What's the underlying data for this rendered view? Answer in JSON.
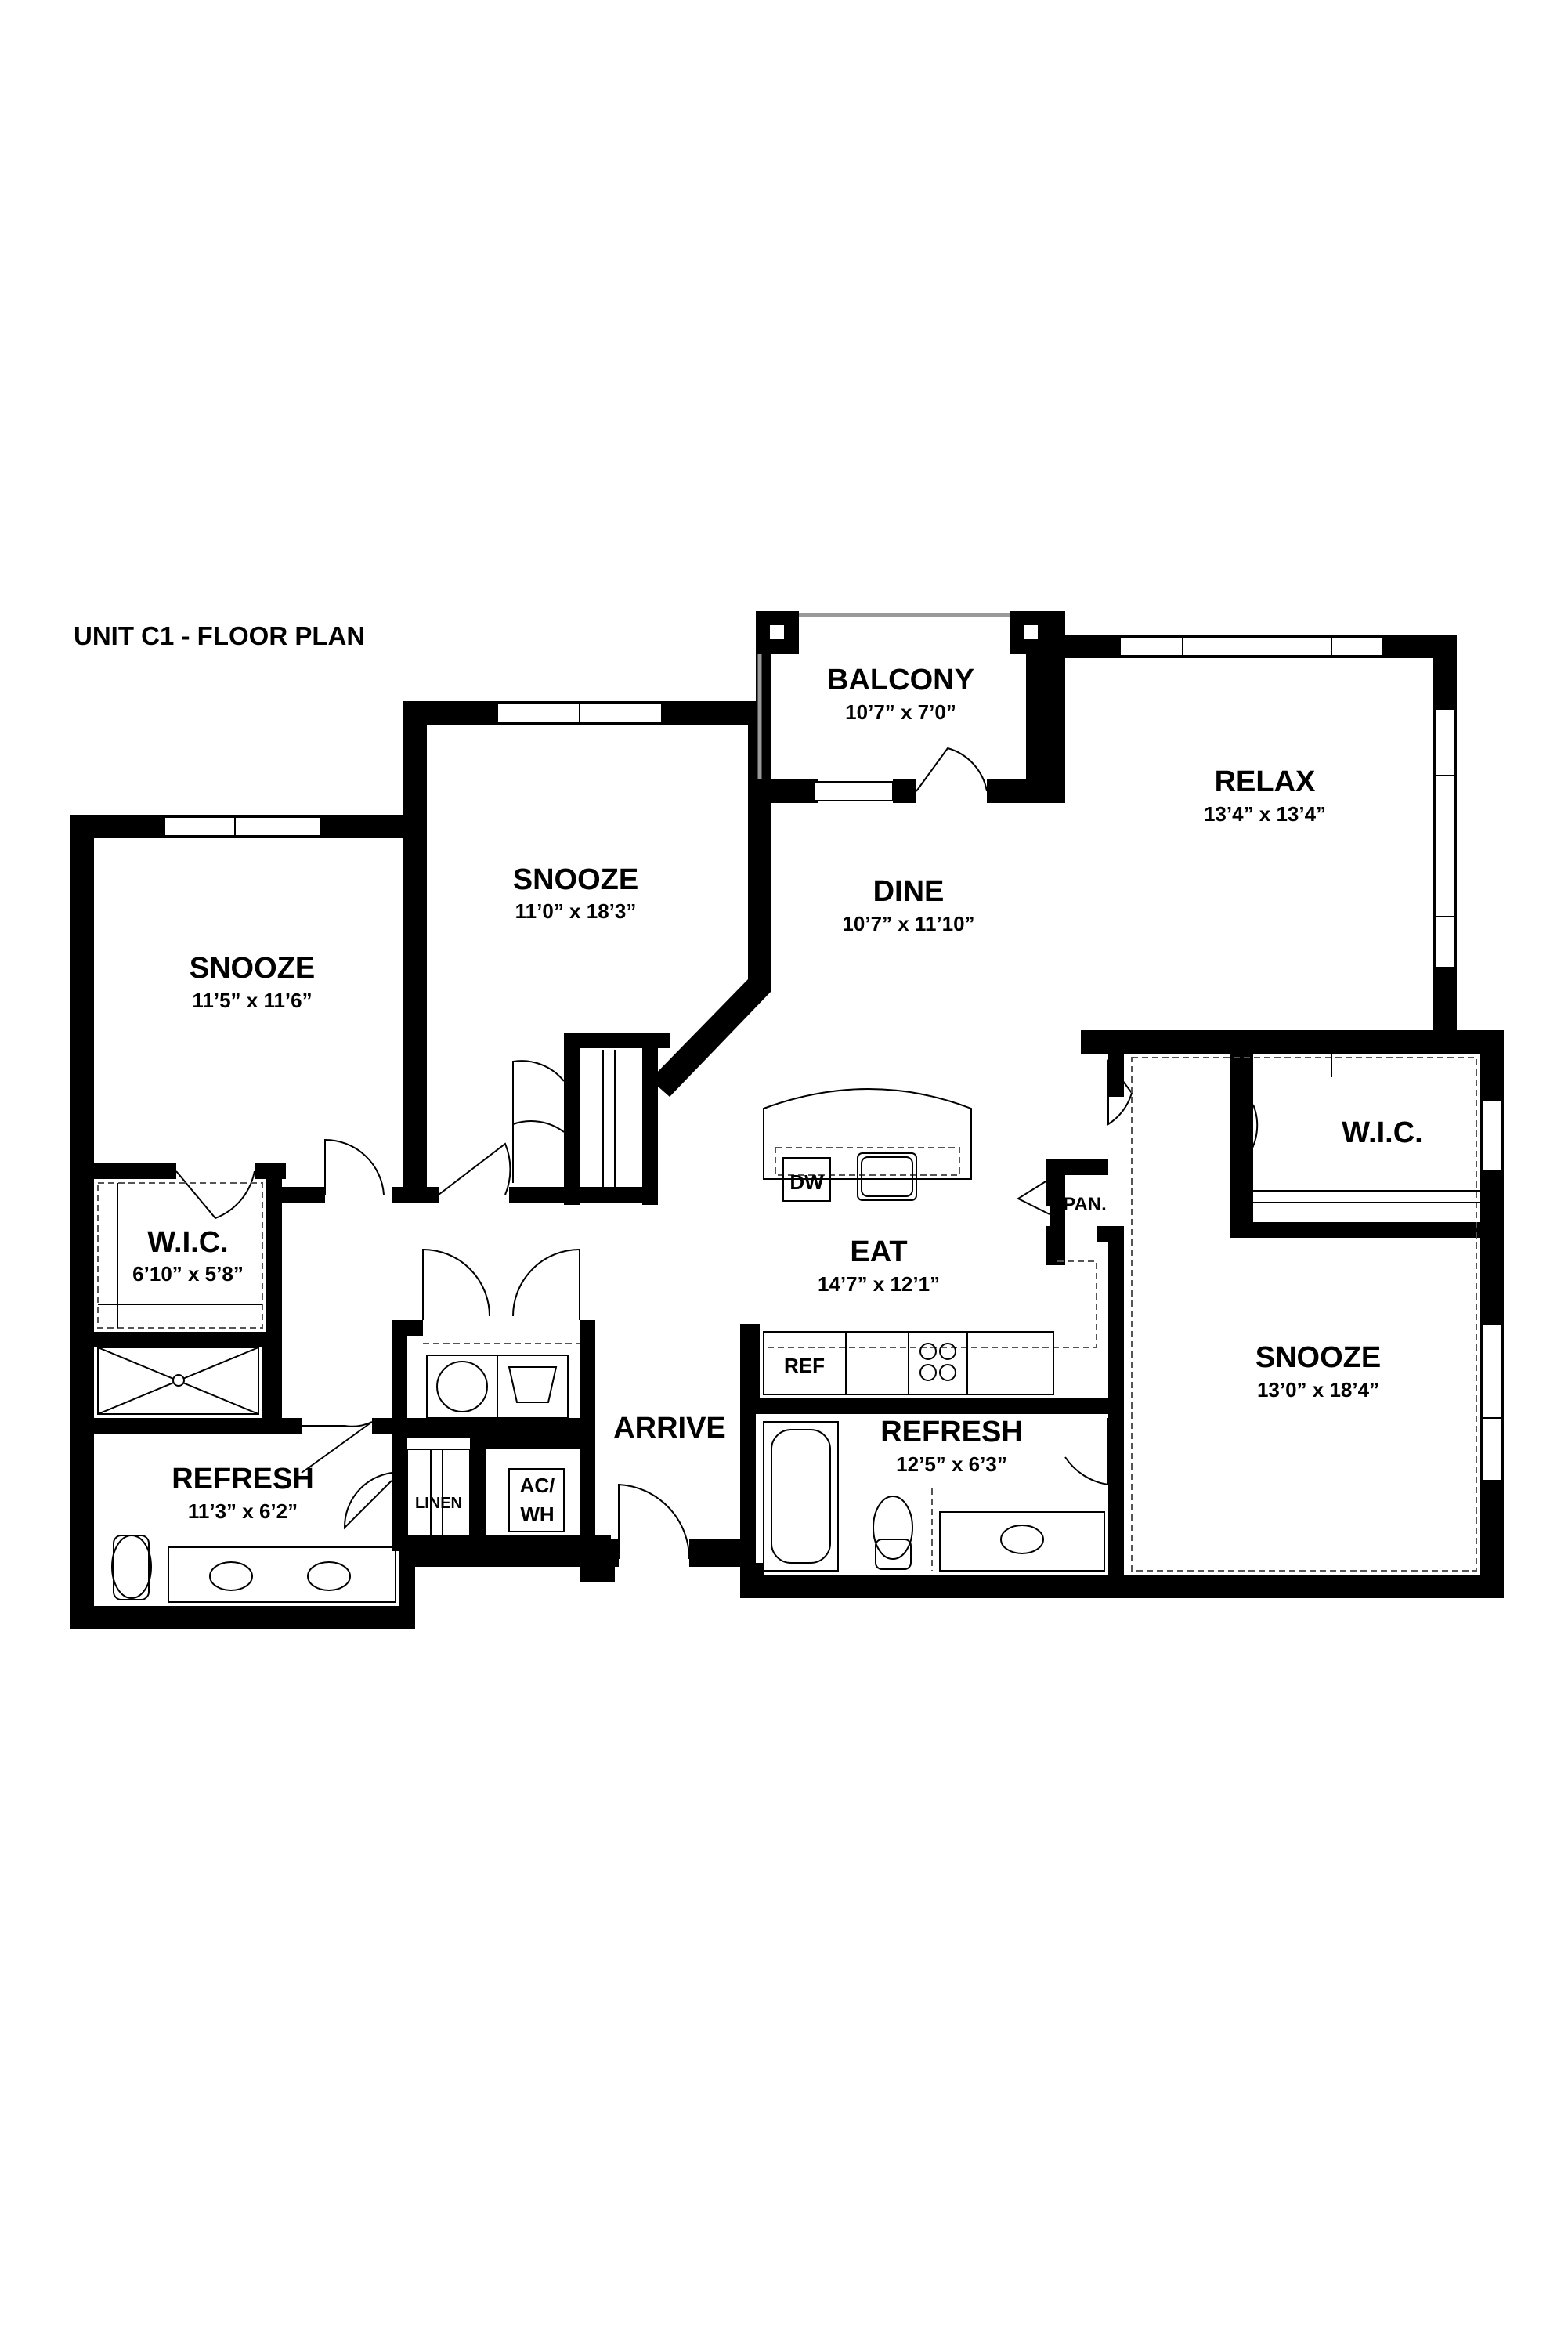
{
  "title": "UNIT C1 - FLOOR PLAN",
  "rooms": [
    {
      "id": "balcony",
      "name": "BALCONY",
      "dim": "10’7” x 7’0”"
    },
    {
      "id": "relax",
      "name": "RELAX",
      "dim": "13’4” x 13’4”"
    },
    {
      "id": "snooze_center",
      "name": "SNOOZE",
      "dim": "11’0” x 18’3”"
    },
    {
      "id": "snooze_left",
      "name": "SNOOZE",
      "dim": "11’5” x 11’6”"
    },
    {
      "id": "dine",
      "name": "DINE",
      "dim": "10’7” x 11’10”"
    },
    {
      "id": "eat",
      "name": "EAT",
      "dim": "14’7” x 12’1”"
    },
    {
      "id": "wic_left",
      "name": "W.I.C.",
      "dim": "6’10” x 5’8”"
    },
    {
      "id": "wic_right",
      "name": "W.I.C.",
      "dim": ""
    },
    {
      "id": "snooze_right",
      "name": "SNOOZE",
      "dim": "13’0” x 18’4”"
    },
    {
      "id": "refresh_left",
      "name": "REFRESH",
      "dim": "11’3” x 6’2”"
    },
    {
      "id": "refresh_right",
      "name": "REFRESH",
      "dim": "12’5” x 6’3”"
    },
    {
      "id": "arrive",
      "name": "ARRIVE",
      "dim": ""
    }
  ],
  "fixtures": {
    "dw": "DW",
    "ref": "REF",
    "pan": "PAN.",
    "linen": "LINEN",
    "acwh_line1": "AC/",
    "acwh_line2": "WH"
  },
  "colors": {
    "wall": "#000000",
    "background": "#ffffff",
    "balcony_rail": "#999999"
  }
}
